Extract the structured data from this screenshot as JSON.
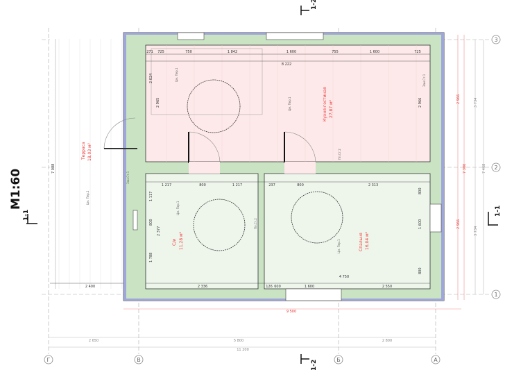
{
  "scale_label": "М1:60",
  "section_marks": {
    "s1": "1-1",
    "s2": "1-2"
  },
  "axes": {
    "vertical": [
      "Г",
      "В",
      "Б",
      "А"
    ],
    "horizontal": [
      "3",
      "2",
      "1"
    ]
  },
  "rooms": [
    {
      "name": "Кухня-гостиная",
      "area": "27,87 м²",
      "fill": "#fde9e9"
    },
    {
      "name": "Терраса",
      "area": "18,03 м²",
      "fill": "#ffffff"
    },
    {
      "name": "С/и",
      "area": "11,28 м²",
      "fill": "#eef6ec"
    },
    {
      "name": "Спальня",
      "area": "16,04 м²",
      "fill": "#eef6ec"
    }
  ],
  "wall_color": "#c9e3c3",
  "bottom_dims": {
    "span1": "2 650",
    "span2": "5 800",
    "span3": "2 800",
    "total": "11 200",
    "overall_red": "9 500"
  },
  "right_dims": {
    "upper_red": "2 966",
    "lower_red": "2 966",
    "total_red": "7 300",
    "upper": "3 734",
    "lower": "3 734",
    "total": "7 468"
  },
  "kitchen_dims": {
    "top": [
      "271",
      "725",
      "750",
      "1 842",
      "1 600",
      "755",
      "1 600",
      "725"
    ],
    "inner": "8 222",
    "left1": "2 024",
    "left2": "2 965",
    "right": "2 966"
  },
  "lower_dims": {
    "wc_top": [
      "1 217",
      "800",
      "1 217"
    ],
    "wc_bottom": "2 336",
    "wc_left": [
      "1 117",
      "800",
      "1 788"
    ],
    "wc_height": "2 377",
    "bed_top": [
      "237",
      "800",
      "2 313"
    ],
    "bed_bottom": [
      "126",
      "600",
      "1 600",
      "2 550"
    ],
    "bed_width": "4 750",
    "bed_right": [
      "800",
      "1 600",
      "800"
    ]
  },
  "terrace_dims": {
    "height": "7 088",
    "bottom": "2 400"
  },
  "tags": {
    "floor": "Цм. Пер.1",
    "wall": "Зам.Ст.1",
    "partition": "Пп.Ст.2"
  }
}
